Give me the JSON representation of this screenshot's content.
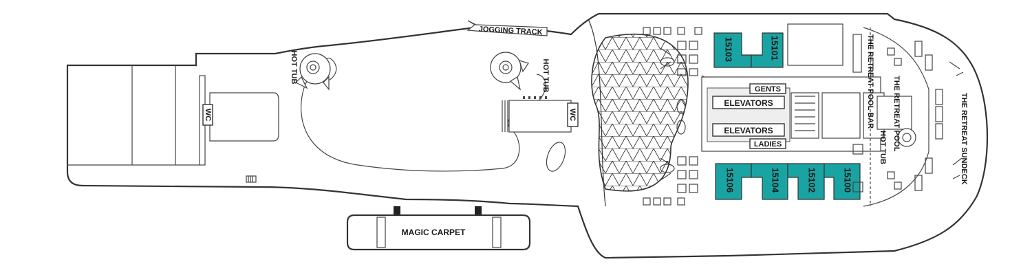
{
  "deck": {
    "labels": {
      "jogging_track": "JOGGING TRACK",
      "hot_tub": "HOT TUB",
      "wc": "WC",
      "magic_carpet": "MAGIC CARPET",
      "elevators": "ELEVATORS",
      "gents": "GENTS",
      "ladies": "LADIES",
      "retreat_pool_bar": "THE RETREAT POOL BAR",
      "retreat_pool": "THE RETREAT POOL",
      "retreat_sundeck": "THE RETREAT SUNDECK"
    },
    "cabins": [
      "15103",
      "15101",
      "15106",
      "15104",
      "15102",
      "15100"
    ],
    "colors": {
      "cabin_fill": "#1aa3a3",
      "outline": "#333333",
      "background": "#ffffff"
    }
  }
}
